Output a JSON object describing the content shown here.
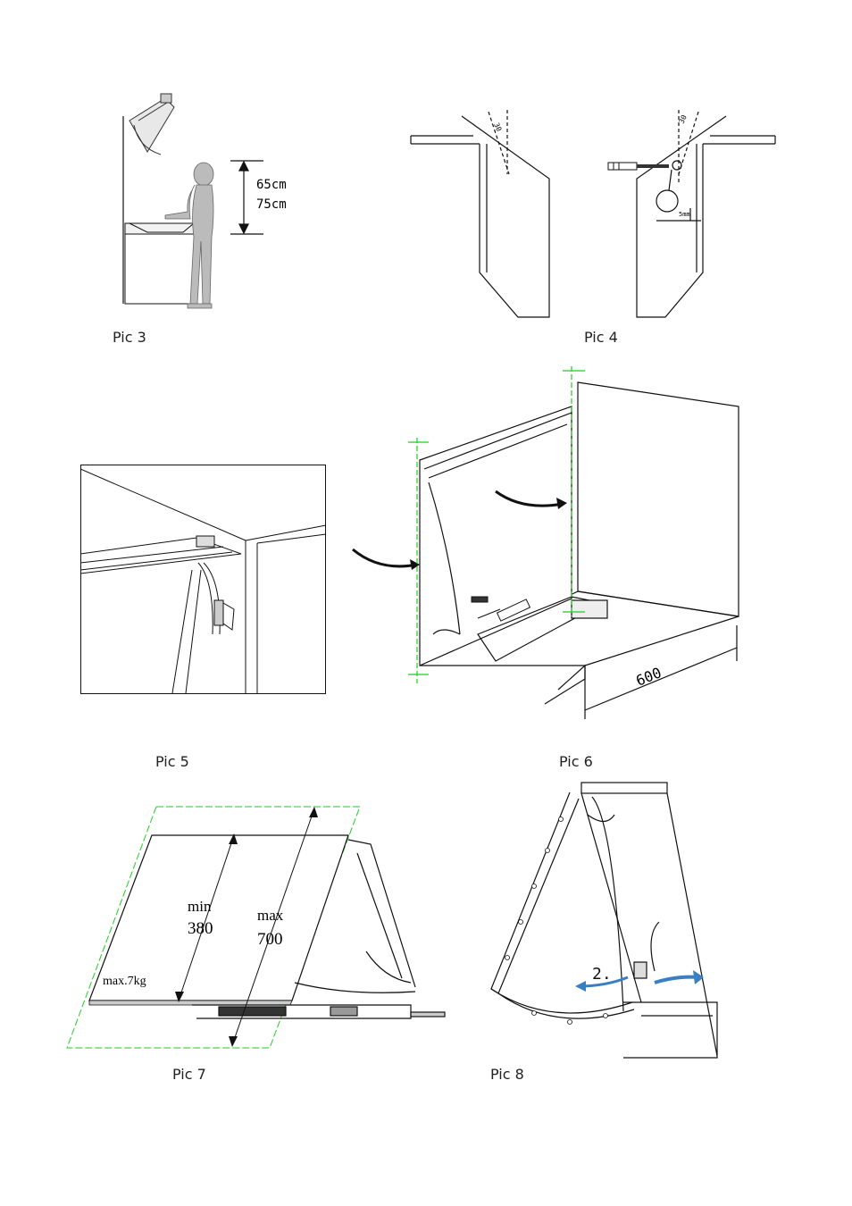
{
  "captions": {
    "pic3": "Pic 3",
    "pic4": "Pic 4",
    "pic5": "Pic 5",
    "pic6": "Pic 6",
    "pic7": "Pic 7",
    "pic8": "Pic 8"
  },
  "pic3_labels": {
    "h1": "65cm",
    "h2": "75cm"
  },
  "pic4_labels": {
    "dim_left": "30",
    "dim_right": "30",
    "screw_depth": "5mm"
  },
  "pic6_labels": {
    "width": "600"
  },
  "pic7_labels": {
    "min_word": "min",
    "min_value": "380",
    "max_word": "max",
    "max_value": "700",
    "weight": "max.7kg"
  },
  "pic8_labels": {
    "step": "2."
  },
  "colors": {
    "guide_green": "#22cc22",
    "arrow_blue": "#3a7fc2",
    "line": "#111111"
  }
}
